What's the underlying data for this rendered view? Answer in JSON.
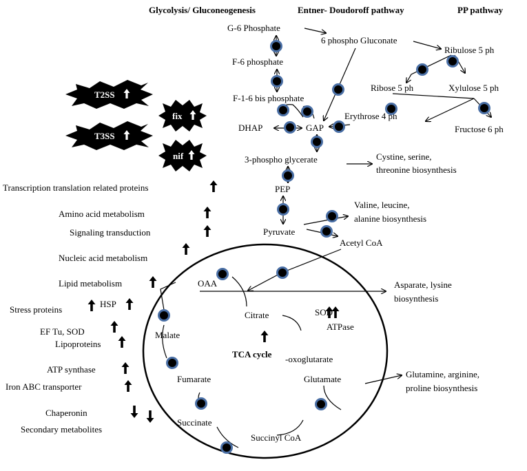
{
  "headers": {
    "glycolysis": "Glycolysis/ Gluconeogenesis",
    "ed": "Entner- Doudoroff pathway",
    "pp": "PP pathway"
  },
  "metabolites": {
    "g6p": "G-6 Phosphate",
    "pg6": "6 phospho Gluconate",
    "ru5p": "Ribulose 5  ph",
    "f6p": "F-6 phosphate",
    "r5p": "Ribose 5 ph",
    "xu5p": "Xylulose 5  ph",
    "f16bp": "F-1-6 bis phosphate",
    "e4p": "Erythrose 4  ph",
    "dhap": "DHAP",
    "gap": "GAP",
    "fru6p": "Fructose 6  ph",
    "pga3": "3-phospho glycerate",
    "cys1": "Cystine, serine,",
    "cys2": "threonine biosynthesis",
    "pep": "PEP",
    "val1": "Valine, leucine,",
    "val2": "alanine biosynthesis",
    "pyruvate": "Pyruvate",
    "acetylcoa": "Acetyl CoA",
    "oaa": "OAA",
    "asp1": "Asparate, lysine",
    "asp2": "biosynthesis",
    "citrate": "Citrate",
    "sod": "SOD",
    "atpase": "ATPase",
    "malate": "Malate",
    "tca": "TCA cycle",
    "oxoglut": "-oxoglutarate",
    "fumarate": "Fumarate",
    "glutamate": "Glutamate",
    "gln1": "Glutamine, arginine,",
    "gln2": "proline biosynthesis",
    "succinate": "Succinate",
    "succinylcoa": "Succinyl CoA"
  },
  "badges": {
    "t2ss": "T2SS",
    "fix": "fix",
    "t3ss": "T3SS",
    "nif": "nif"
  },
  "categories": [
    {
      "id": "c1",
      "label": "Transcription translation related  proteins",
      "trend": "up"
    },
    {
      "id": "c2",
      "label": "Amino acid metabolism",
      "trend": "up"
    },
    {
      "id": "c3",
      "label": "Signaling transduction",
      "trend": "up"
    },
    {
      "id": "c4",
      "label": "Nucleic acid metabolism",
      "trend": "up"
    },
    {
      "id": "c5",
      "label": "Lipid metabolism",
      "trend": "up"
    },
    {
      "id": "c6",
      "label": "Stress proteins",
      "trend": "up"
    },
    {
      "id": "c6b",
      "label": "HSP",
      "trend": "up"
    },
    {
      "id": "c7",
      "label": "EF Tu, SOD",
      "trend": "up"
    },
    {
      "id": "c8",
      "label": "Lipoproteins",
      "trend": "up"
    },
    {
      "id": "c9",
      "label": "ATP synthase",
      "trend": "up"
    },
    {
      "id": "c10",
      "label": "Iron ABC transporter",
      "trend": "up"
    },
    {
      "id": "c11",
      "label": "Chaperonin",
      "trend": "down"
    },
    {
      "id": "c12",
      "label": "Secondary metabolites",
      "trend": "down"
    }
  ],
  "colors": {
    "node_fill": "#000000",
    "node_ring": "#4a6fa5",
    "badge": "#000000"
  }
}
